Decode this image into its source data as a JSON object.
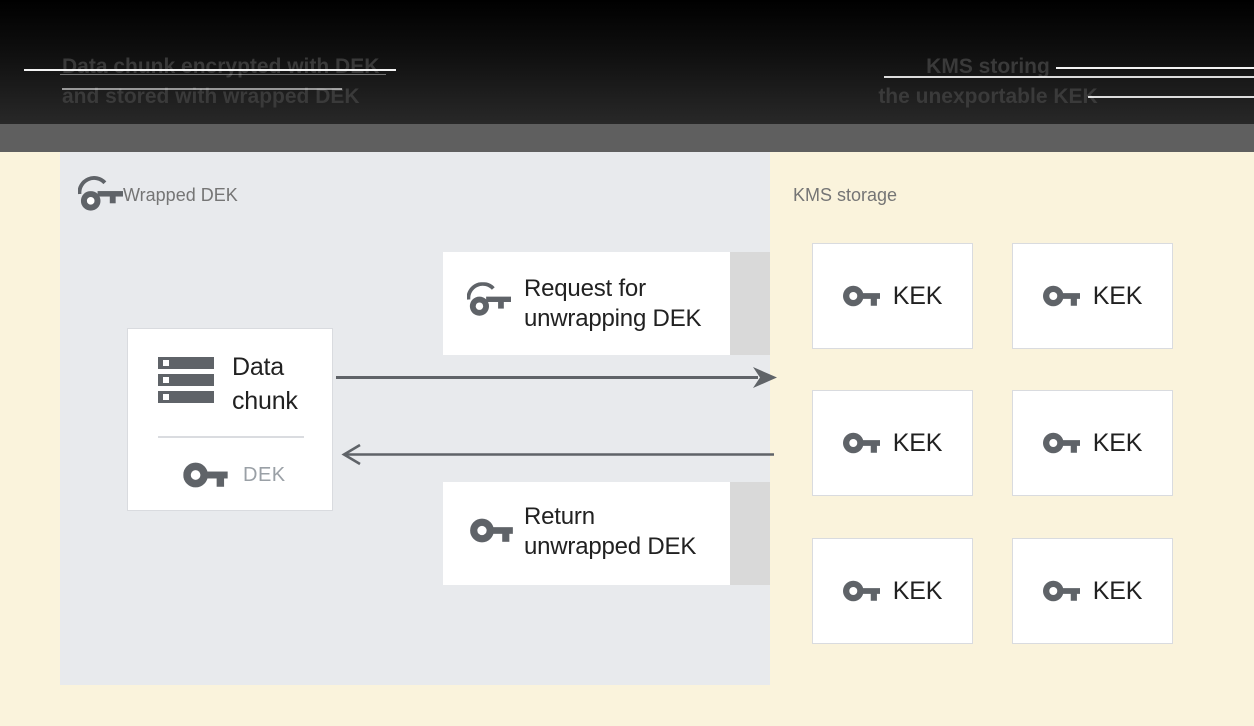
{
  "header": {
    "left_caption_line1": "Data chunk encrypted with DEK",
    "left_caption_line2": "and stored with wrapped DEK",
    "right_caption_line1": "KMS storing",
    "right_caption_line2": "the unexportable KEK"
  },
  "wrapped_dek_panel": {
    "title": "Wrapped DEK",
    "data_chunk_box": {
      "label_line1": "Data",
      "label_line2": "chunk",
      "key_label": "DEK"
    },
    "request_box": {
      "label_line1": "Request for",
      "label_line2": "unwrapping DEK"
    },
    "return_box": {
      "label_line1": "Return",
      "label_line2": "unwrapped DEK"
    }
  },
  "kms_panel": {
    "title": "KMS storage",
    "keks": [
      "KEK",
      "KEK",
      "KEK",
      "KEK",
      "KEK",
      "KEK"
    ]
  },
  "icons": {
    "wrapped_key": "key-with-arc-icon",
    "plain_key": "key-icon",
    "data_chunk": "server-stack-icon"
  },
  "colors": {
    "header_bg": "#141414",
    "header_text": "#3a3a3a",
    "divider_bar": "#5f5f5f",
    "canvas_bg": "#faf3dc",
    "panel_bg": "#e8eaed",
    "box_bg": "#ffffff",
    "box_border": "#d9dbdf",
    "icon_gray": "#5f6368",
    "title_text": "#212121",
    "muted_text": "#757575",
    "dek_label_text": "#9aa0a6",
    "arrow": "#5f6368",
    "shadow_strip": "#d9d9d9"
  }
}
